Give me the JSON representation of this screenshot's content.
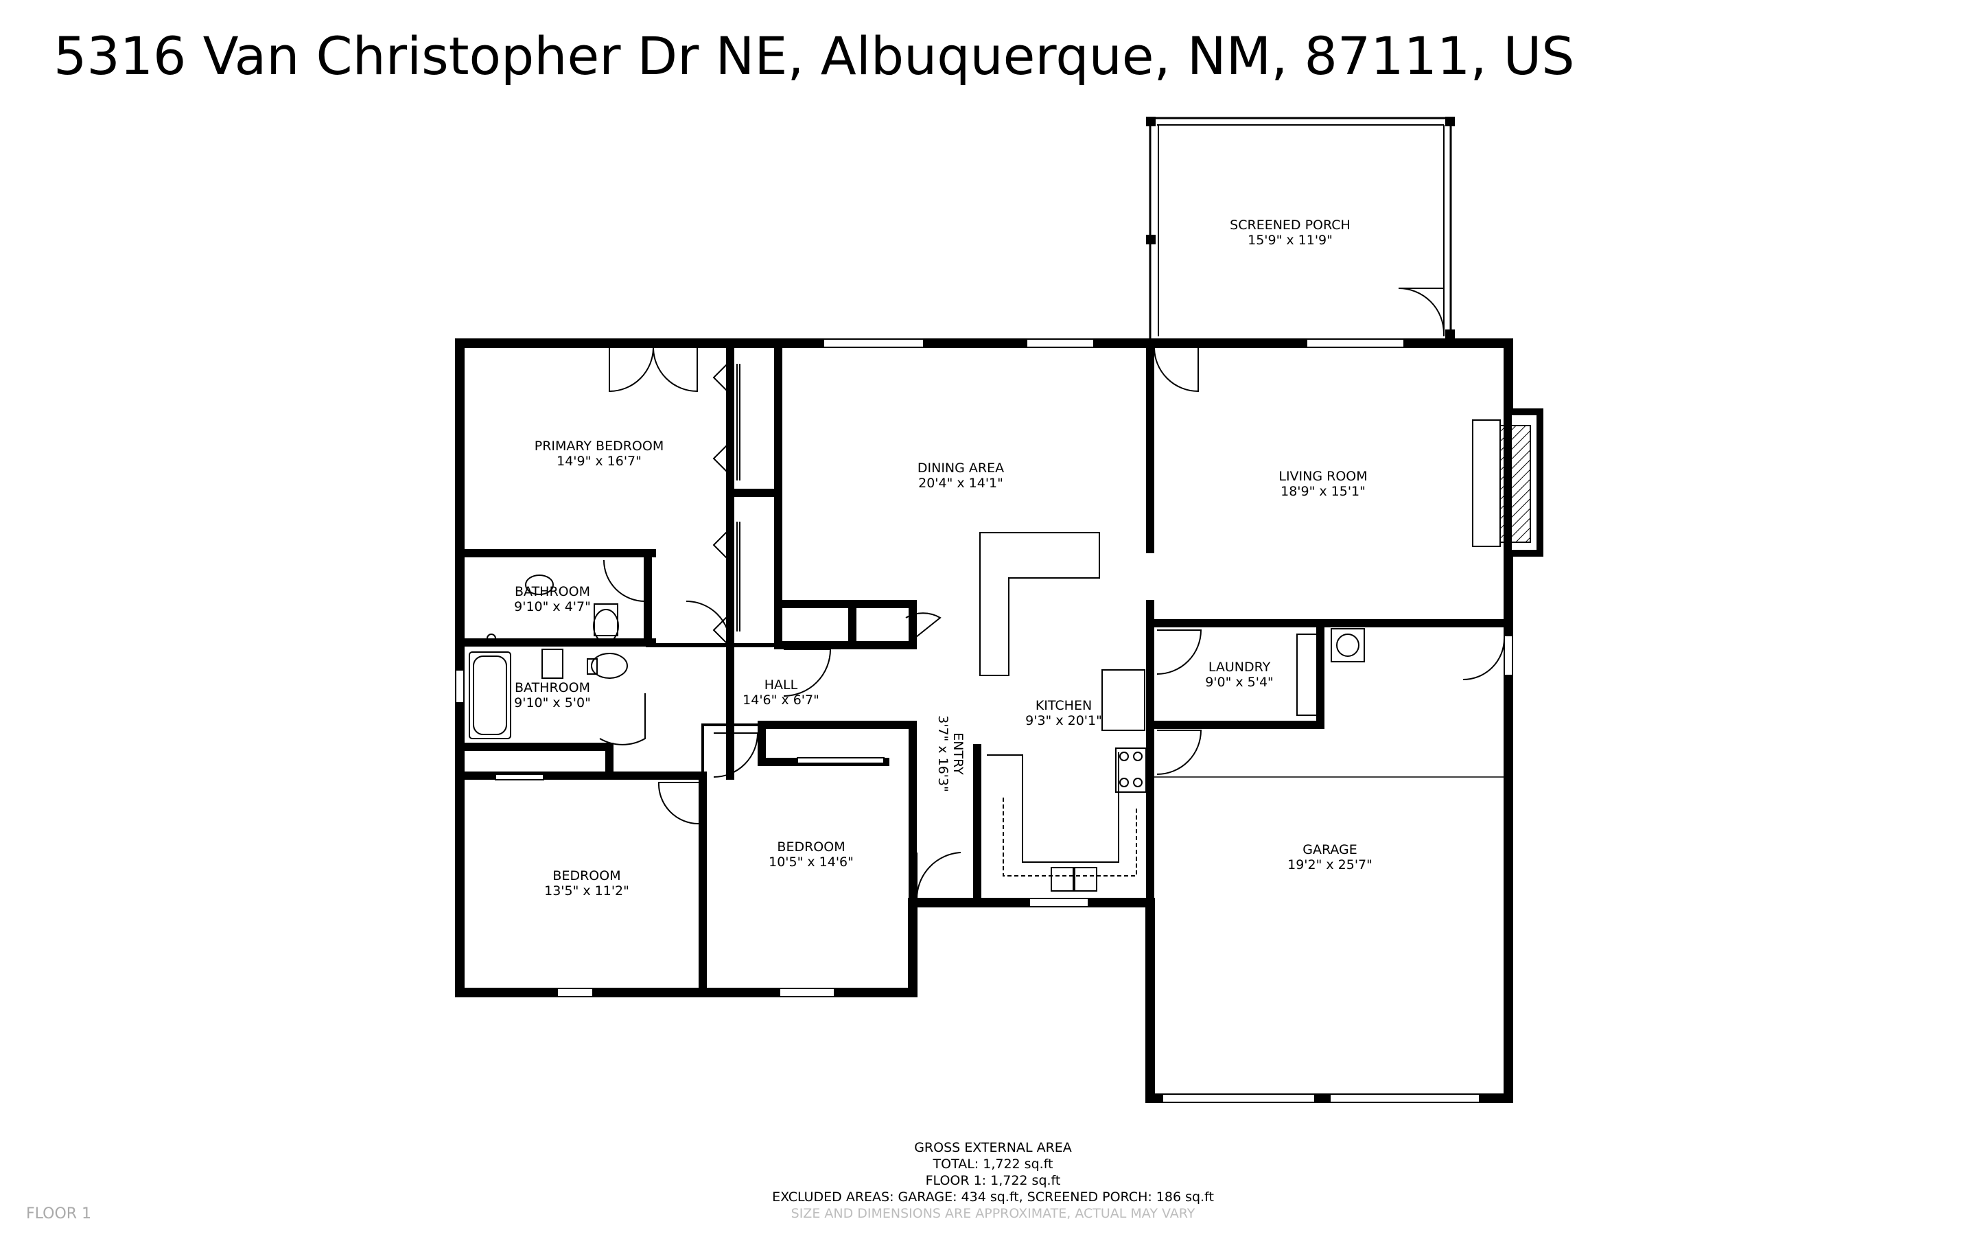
{
  "address": "5316 Van Christopher Dr NE, Albuquerque, NM, 87111, US",
  "rooms": {
    "screened_porch": {
      "name": "SCREENED PORCH",
      "dims": "15'9\" x 11'9\""
    },
    "primary_bedroom": {
      "name": "PRIMARY BEDROOM",
      "dims": "14'9\" x 16'7\""
    },
    "dining_area": {
      "name": "DINING AREA",
      "dims": "20'4\" x 14'1\""
    },
    "living_room": {
      "name": "LIVING ROOM",
      "dims": "18'9\" x 15'1\""
    },
    "bathroom_1": {
      "name": "BATHROOM",
      "dims": "9'10\" x 4'7\""
    },
    "bathroom_2": {
      "name": "BATHROOM",
      "dims": "9'10\" x 5'0\""
    },
    "hall": {
      "name": "HALL",
      "dims": "14'6\" x 6'7\""
    },
    "entry": {
      "name": "ENTRY",
      "dims": "3'7\" x 16'3\""
    },
    "kitchen": {
      "name": "KITCHEN",
      "dims": "9'3\" x 20'1\""
    },
    "laundry": {
      "name": "LAUNDRY",
      "dims": "9'0\" x 5'4\""
    },
    "bedroom_1": {
      "name": "BEDROOM",
      "dims": "13'5\" x 11'2\""
    },
    "bedroom_2": {
      "name": "BEDROOM",
      "dims": "10'5\" x 14'6\""
    },
    "garage": {
      "name": "GARAGE",
      "dims": "19'2\" x 25'7\""
    }
  },
  "area_summary": {
    "heading": "GROSS EXTERNAL AREA",
    "total": "TOTAL: 1,722 sq.ft",
    "floor": "FLOOR 1: 1,722 sq.ft",
    "excluded": "EXCLUDED AREAS: GARAGE: 434 sq.ft, SCREENED PORCH: 186 sq.ft",
    "disclaimer": "SIZE AND DIMENSIONS ARE APPROXIMATE, ACTUAL MAY VARY"
  },
  "floor_label": "FLOOR 1",
  "colors": {
    "wall": "#000000",
    "hatch": "#000000",
    "disclaimer": "#bdbdbd",
    "floor_label": "#aaaaaa"
  }
}
